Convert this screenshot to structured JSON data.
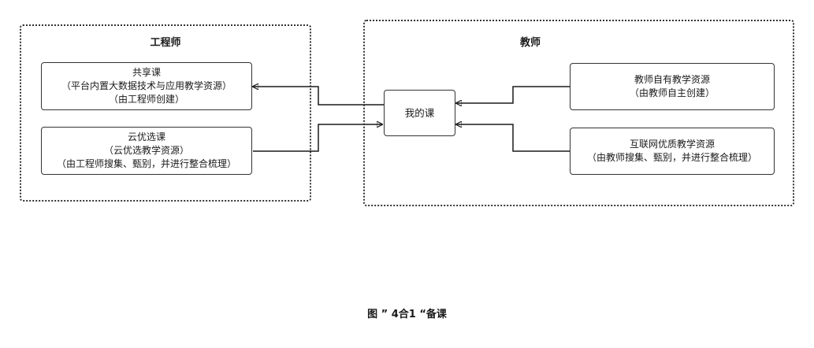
{
  "diagram": {
    "groups": {
      "engineer": {
        "title": "工程师"
      },
      "teacher": {
        "title": "教师"
      }
    },
    "nodes": {
      "shared_course": {
        "lines": [
          "共享课",
          "（平台内置大数据技术与应用教学资源）",
          "（由工程师创建）"
        ]
      },
      "cloud_course": {
        "lines": [
          "云优选课",
          "（云优选教学资源）",
          "（由工程师搜集、甄别，并进行整合梳理）"
        ]
      },
      "my_course": {
        "lines": [
          "我的课"
        ]
      },
      "teacher_own": {
        "lines": [
          "教师自有教学资源",
          "（由教师自主创建）"
        ]
      },
      "internet_quality": {
        "lines": [
          "互联网优质教学资源",
          "（由教师搜集、甄别，并进行整合梳理）"
        ]
      }
    },
    "edges": [
      {
        "from": "my_course",
        "to": "shared_course"
      },
      {
        "from": "cloud_course",
        "to": "my_course"
      },
      {
        "from": "teacher_own",
        "to": "my_course"
      },
      {
        "from": "internet_quality",
        "to": "my_course"
      }
    ],
    "caption": "图 ” 4合1 “备课"
  }
}
